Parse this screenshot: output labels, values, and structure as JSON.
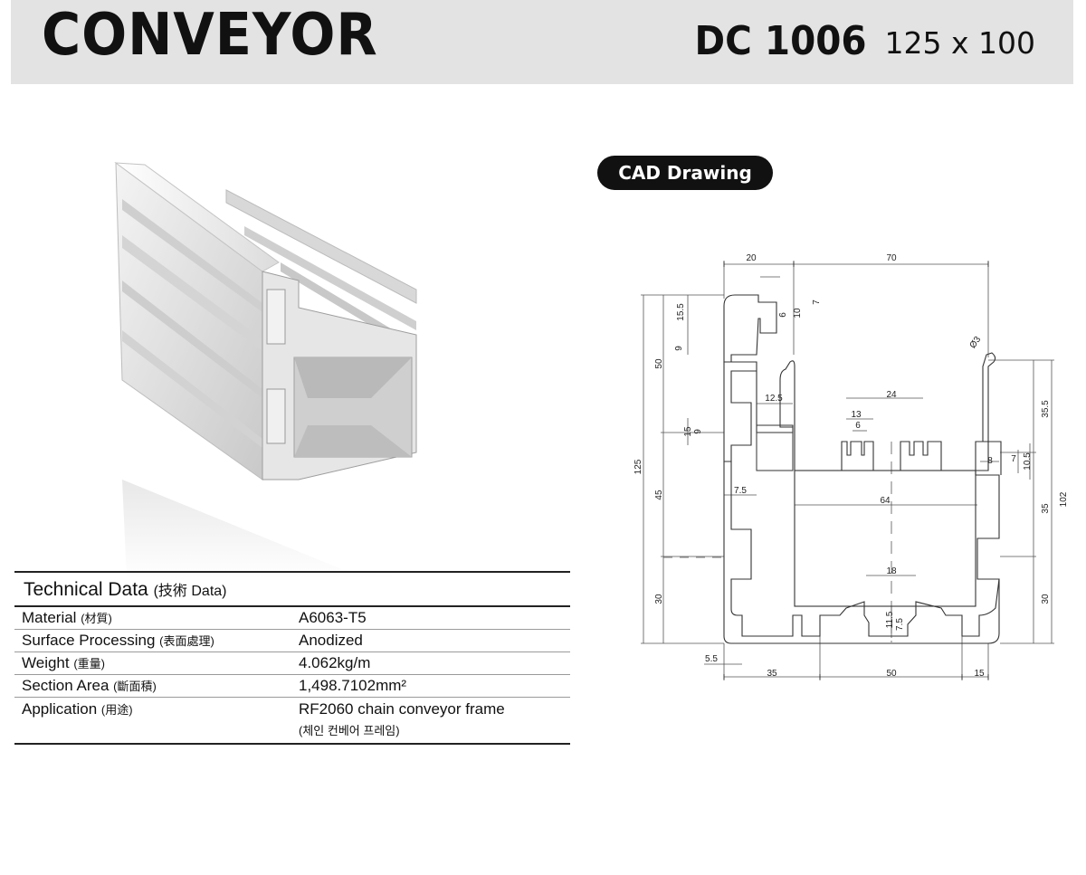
{
  "header": {
    "title": "CONVEYOR",
    "code": "DC 1006",
    "size": "125 x 100"
  },
  "cad": {
    "badge": "CAD Drawing",
    "dims": {
      "top_20": "20",
      "top_70": "70",
      "d7": "7",
      "d10": "10",
      "d6a": "6",
      "d15_5": "15.5",
      "d9a": "9",
      "d50": "50",
      "phi3": "Ø3",
      "d12_5": "12.5",
      "d24": "24",
      "d13": "13",
      "d6b": "6",
      "d35_5": "35.5",
      "d15": "15",
      "d9b": "9",
      "d8": "8",
      "d7b": "7",
      "d10_5": "10.5",
      "d125": "125",
      "d45": "45",
      "d7_5": "7.5",
      "d64": "64",
      "d35r": "35",
      "d102": "102",
      "d18": "18",
      "d30l": "30",
      "d30r": "30",
      "d11_5": "11.5",
      "d7_5b": "7.5",
      "d5_5": "5.5",
      "b35": "35",
      "b50": "50",
      "b15": "15"
    }
  },
  "tech": {
    "title": "Technical Data",
    "title_sub": "(技術  Data)",
    "rows": [
      {
        "key": "Material",
        "key_sub": "(材質)",
        "value": "A6063-T5"
      },
      {
        "key": "Surface Processing",
        "key_sub": "(表面處理)",
        "value": "Anodized"
      },
      {
        "key": "Weight",
        "key_sub": "(重量)",
        "value": "4.062kg/m"
      },
      {
        "key": "Section Area",
        "key_sub": "(斷面積)",
        "value": "1,498.7102mm²"
      },
      {
        "key": "Application",
        "key_sub": "(用途)",
        "value": "RF2060 chain conveyor frame",
        "note": "(체인 컨베어 프레임)"
      }
    ]
  }
}
